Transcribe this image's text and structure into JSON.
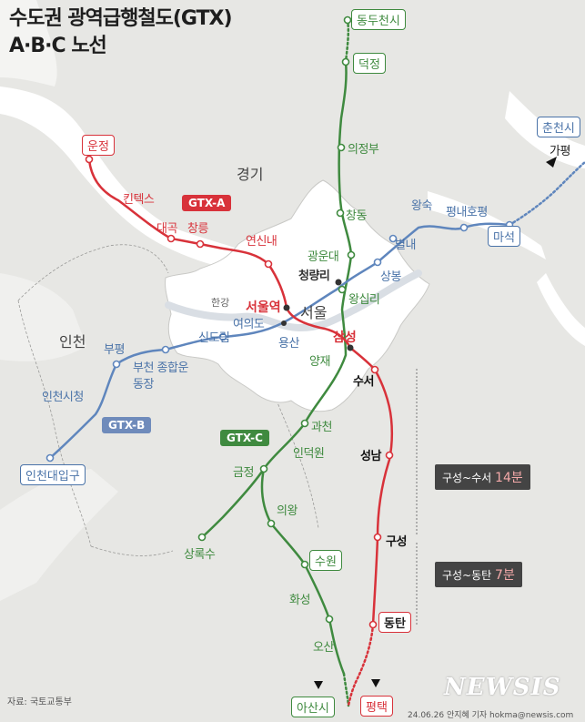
{
  "title": {
    "line1": "수도권 광역급행철도(GTX)",
    "line2": "A·B·C 노선"
  },
  "regions": {
    "gyeonggi": "경기",
    "incheon": "인천",
    "seoul": "서울",
    "hangang": "한강"
  },
  "lines": {
    "gtx_a": {
      "label": "GTX-A",
      "color": "#d8323a"
    },
    "gtx_b": {
      "label": "GTX-B",
      "color": "#5f86bd"
    },
    "gtx_c": {
      "label": "GTX-C",
      "color": "#3f8a3f"
    }
  },
  "stations": {
    "dongducheon": "동두천시",
    "deokjeong": "덕정",
    "uijeongbu": "의정부",
    "changdong": "창동",
    "gwangundae": "광운대",
    "cheongnyangni": "청량리",
    "wangsimni": "왕십리",
    "samseong": "삼성",
    "yangjae": "양재",
    "gwacheon": "과천",
    "indeogwon": "인덕원",
    "geumjeong": "금정",
    "uiwang": "의왕",
    "sangroksu": "상록수",
    "suwon": "수원",
    "hwaseong": "화성",
    "osan": "오산",
    "asan": "아산시",
    "unjeong": "운정",
    "kintex": "킨텍스",
    "daegok": "대곡",
    "changneung": "창릉",
    "yeonsinnae": "연신내",
    "seoul_station": "서울역",
    "suseo": "수서",
    "seongnam": "성남",
    "guseong": "구성",
    "dongtan": "동탄",
    "pyeongtaek": "평택",
    "chuncheon": "춘천시",
    "gapyeong": "가평",
    "wangsuk": "왕숙",
    "pyeongnae": "평내호평",
    "maseok": "마석",
    "byeollae": "별내",
    "sangbong": "상봉",
    "yeouido": "여의도",
    "yongsan": "용산",
    "sindorim": "신도림",
    "bupyeong": "부평",
    "bucheon_complex": "부천 종합운동장",
    "incheon_cityhall": "인천시청",
    "incheon_univ": "인천대입구"
  },
  "travel_times": {
    "guseong_suseo": {
      "label": "구성~수서",
      "minutes": "14분"
    },
    "guseong_dongtan": {
      "label": "구성~동탄",
      "minutes": "7분"
    }
  },
  "source": "자료: 국토교통부",
  "credit": "24.06.26 안지혜 기자 hokma@newsis.com",
  "watermark": "NEWSIS"
}
